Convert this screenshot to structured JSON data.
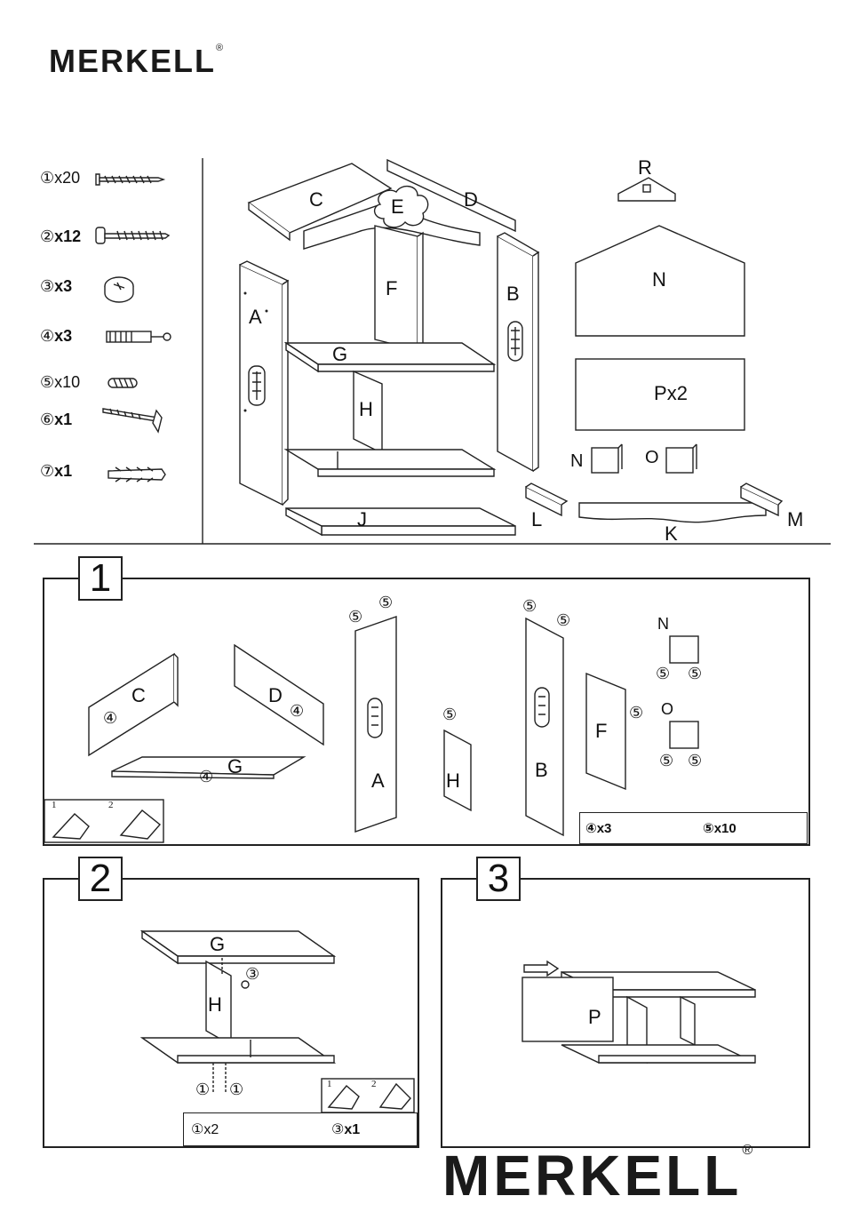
{
  "brand": {
    "name": "MERKELL",
    "reg": "®"
  },
  "hardware": [
    {
      "id": "①",
      "qty": "x20",
      "icon": "wood-screw-icon"
    },
    {
      "id": "②",
      "qty": "x12",
      "icon": "cam-bolt-icon"
    },
    {
      "id": "③",
      "qty": "x3",
      "icon": "cam-lock-icon"
    },
    {
      "id": "④",
      "qty": "x3",
      "icon": "connector-bolt-icon"
    },
    {
      "id": "⑤",
      "qty": "x10",
      "icon": "wooden-dowel-icon"
    },
    {
      "id": "⑥",
      "qty": "x1",
      "icon": "wall-screw-icon"
    },
    {
      "id": "⑦",
      "qty": "x1",
      "icon": "wall-plug-icon"
    }
  ],
  "parts": {
    "A": "A",
    "B": "B",
    "C": "C",
    "D": "D",
    "E": "E",
    "F": "F",
    "G": "G",
    "H": "H",
    "J": "J",
    "K": "K",
    "L": "L",
    "M": "M",
    "N": "N",
    "O": "O",
    "R": "R",
    "P": "P",
    "P_qty": "x2",
    "N_small": "N",
    "O_small": "O"
  },
  "steps": [
    {
      "number": "1",
      "callouts": {
        "c4": "④",
        "c5": "⑤"
      },
      "detail_labels": {
        "one": "1",
        "two": "2"
      },
      "legend": [
        {
          "id": "④",
          "qty": "x3",
          "icon": "connector-bolt-icon"
        },
        {
          "id": "⑤",
          "qty": "x10",
          "icon": "wooden-dowel-icon"
        }
      ]
    },
    {
      "number": "2",
      "callouts": {
        "c1": "①",
        "c3": "③"
      },
      "detail_labels": {
        "one": "1",
        "two": "2"
      },
      "legend": [
        {
          "id": "①",
          "qty": "x2",
          "icon": "wood-screw-icon"
        },
        {
          "id": "③",
          "qty": "x1",
          "icon": "cam-lock-icon"
        }
      ]
    },
    {
      "number": "3"
    }
  ]
}
